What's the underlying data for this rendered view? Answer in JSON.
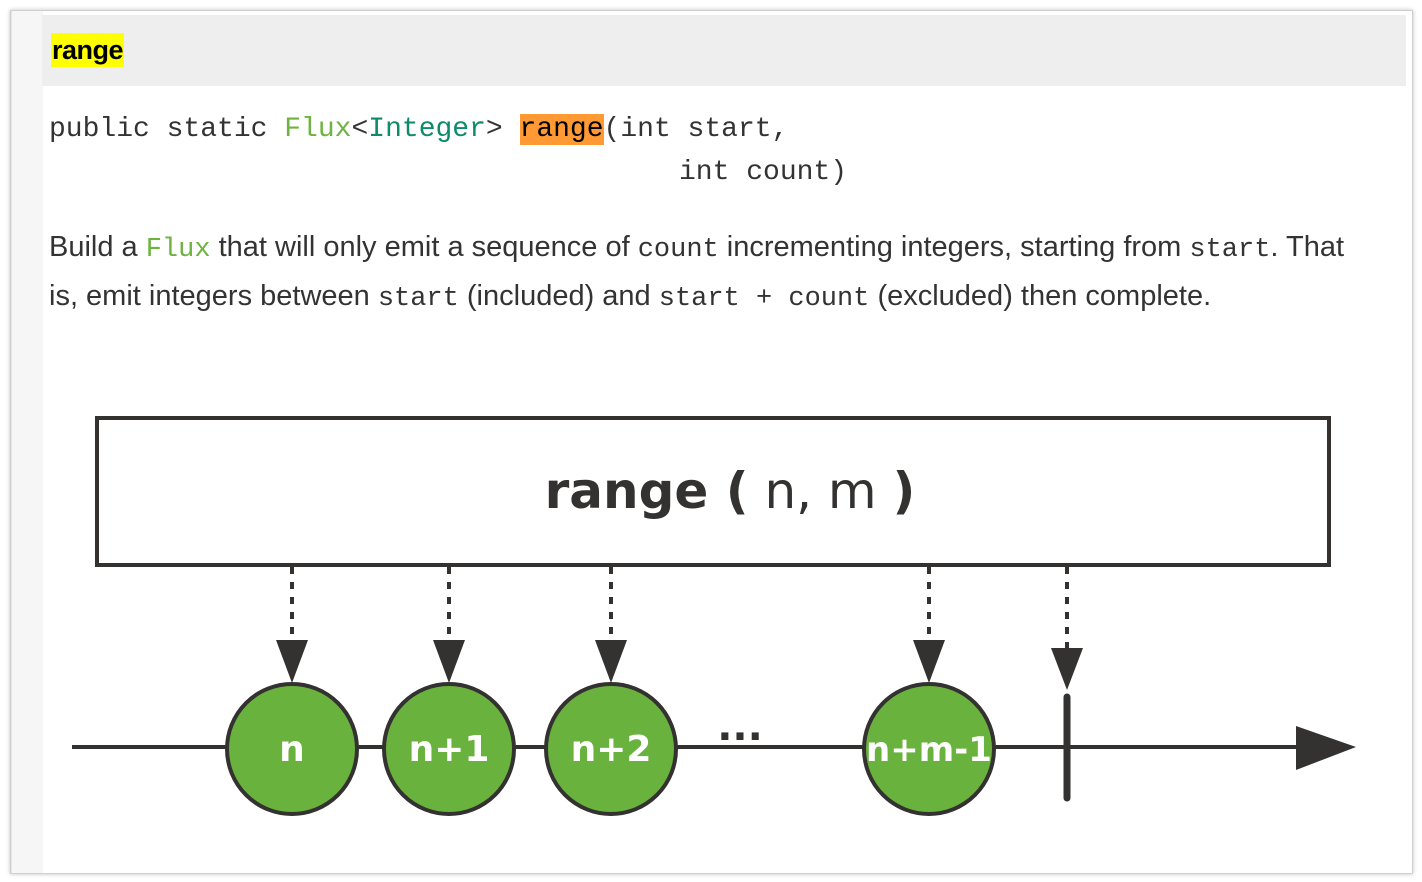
{
  "header": {
    "title": "range"
  },
  "signature": {
    "modifiers": "public static ",
    "return_type": "Flux",
    "type_param": "Integer",
    "method": "range",
    "param1": "int start,",
    "param2": "int count)"
  },
  "description": {
    "p1": "Build a ",
    "c1": "Flux",
    "p2": " that will only emit a sequence of ",
    "c2": "count",
    "p3": " incrementing integers, starting from ",
    "c3": "start",
    "p4": ". That is, emit integers between ",
    "c4": "start",
    "p5": " (included) and ",
    "c5": "start + count",
    "p6": " (excluded) then complete."
  },
  "diagram": {
    "operator_label_bold": "range (",
    "operator_label_args": " n, m ",
    "operator_label_close": ")",
    "items": [
      "n",
      "n+1",
      "n+2",
      "n+m-1"
    ],
    "ellipsis": "...",
    "marble_color": "#6ab23e",
    "line_color": "#333230"
  },
  "colors": {
    "highlight_yellow": "#ffff00",
    "highlight_orange": "#ff9933",
    "flux_green": "#6db33f",
    "type_green": "#0f8a6a"
  }
}
